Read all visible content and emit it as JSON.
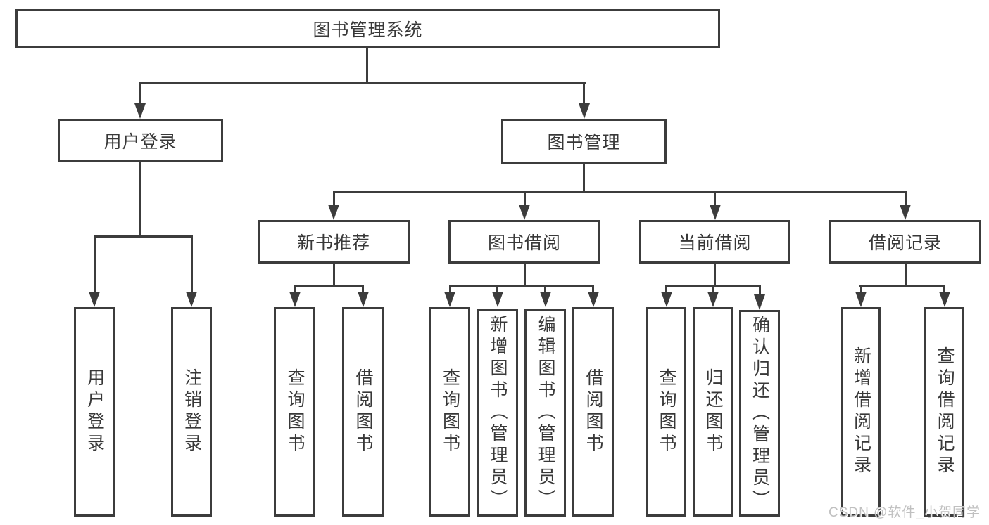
{
  "nodes": {
    "root": {
      "label": "图书管理系统"
    },
    "user_login": {
      "label": "用户登录"
    },
    "book_mgmt": {
      "label": "图书管理"
    },
    "new_book_rec": {
      "label": "新书推荐"
    },
    "book_borrow": {
      "label": "图书借阅"
    },
    "current_borrow": {
      "label": "当前借阅"
    },
    "borrow_records": {
      "label": "借阅记录"
    },
    "leaf_user_login": {
      "label": "用户登录"
    },
    "leaf_logout": {
      "label": "注销登录"
    },
    "leaf_query_book_1": {
      "label": "查询图书"
    },
    "leaf_borrow_book_1": {
      "label": "借阅图书"
    },
    "leaf_query_book_2": {
      "label": "查询图书"
    },
    "leaf_add_book": {
      "label": "新增图书（管理员）"
    },
    "leaf_edit_book": {
      "label": "编辑图书（管理员）"
    },
    "leaf_borrow_book_2": {
      "label": "借阅图书"
    },
    "leaf_query_book_3": {
      "label": "查询图书"
    },
    "leaf_return_book": {
      "label": "归还图书"
    },
    "leaf_confirm_return": {
      "label": "确认归还（管理员）"
    },
    "leaf_add_record": {
      "label": "新增借阅记录"
    },
    "leaf_query_record": {
      "label": "查询借阅记录"
    }
  },
  "watermark": {
    "text": "CSDN @软件_小贺同学"
  },
  "colors": {
    "line": "#3c3c3c",
    "text": "#383838",
    "background": "#ffffff",
    "watermark": "#c0c0c0"
  }
}
